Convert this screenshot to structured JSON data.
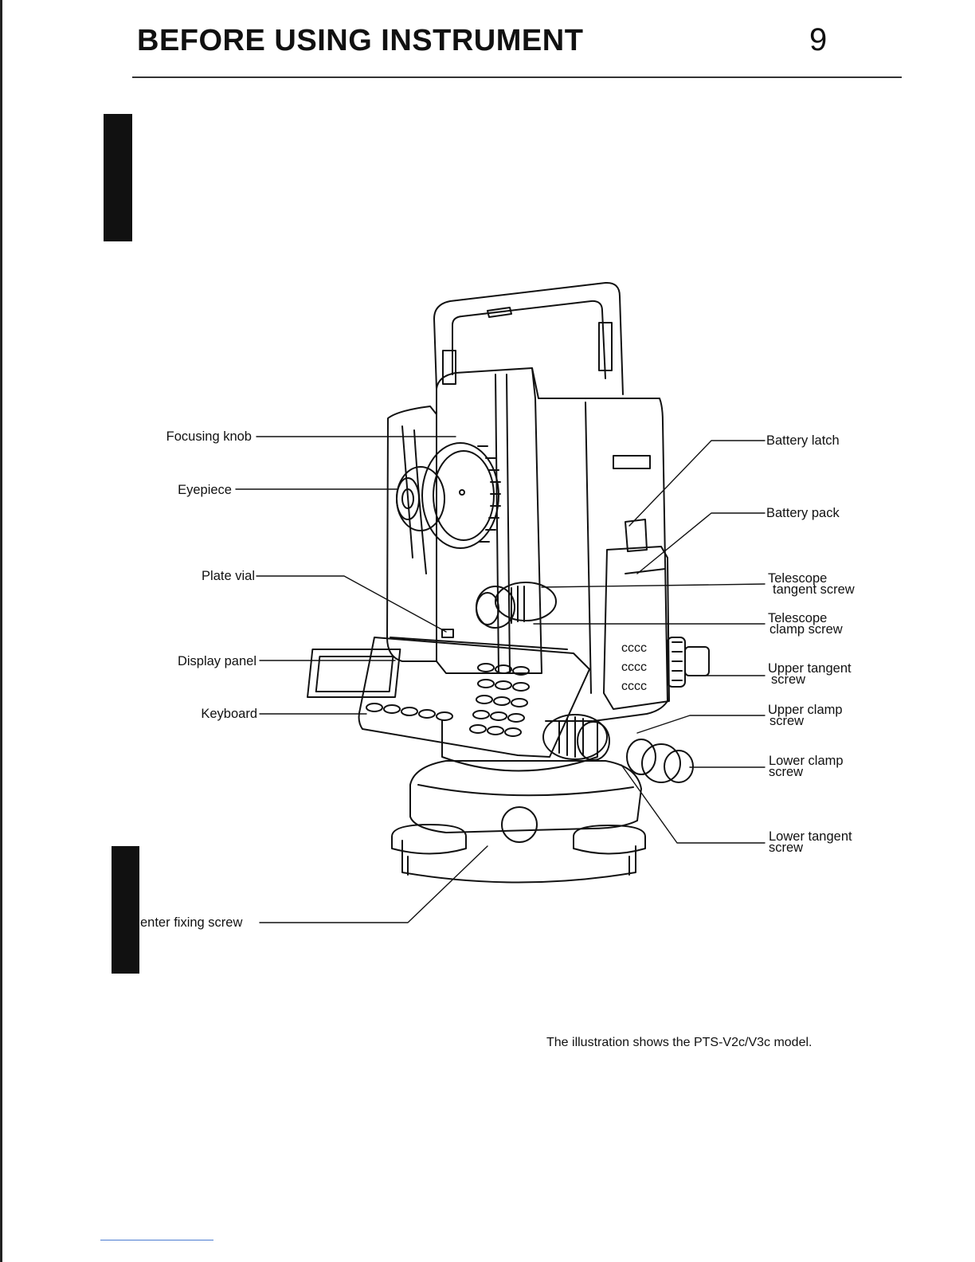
{
  "header": {
    "title": "BEFORE USING INSTRUMENT",
    "page_number": "9"
  },
  "labels": {
    "focusing_knob": "Focusing knob",
    "eyepiece": "Eyepiece",
    "plate_vial": "Plate vial",
    "display_panel": "Display panel",
    "keyboard": "Keyboard",
    "center_fixing_screw": "enter fixing screw",
    "battery_latch": "Battery latch",
    "battery_pack": "Battery pack",
    "telescope_tangent_screw": [
      "Telescope",
      "tangent screw"
    ],
    "telescope_clamp_screw": [
      "Telescope",
      "clamp screw"
    ],
    "upper_tangent_screw": [
      "Upper tangent",
      "screw"
    ],
    "upper_clamp_screw": [
      "Upper clamp",
      "screw"
    ],
    "lower_clamp_screw": [
      "Lower clamp",
      "screw"
    ],
    "lower_tangent_screw": [
      "Lower tangent",
      "screw"
    ]
  },
  "caption": "The illustration shows the PTS-V2c/V3c model."
}
